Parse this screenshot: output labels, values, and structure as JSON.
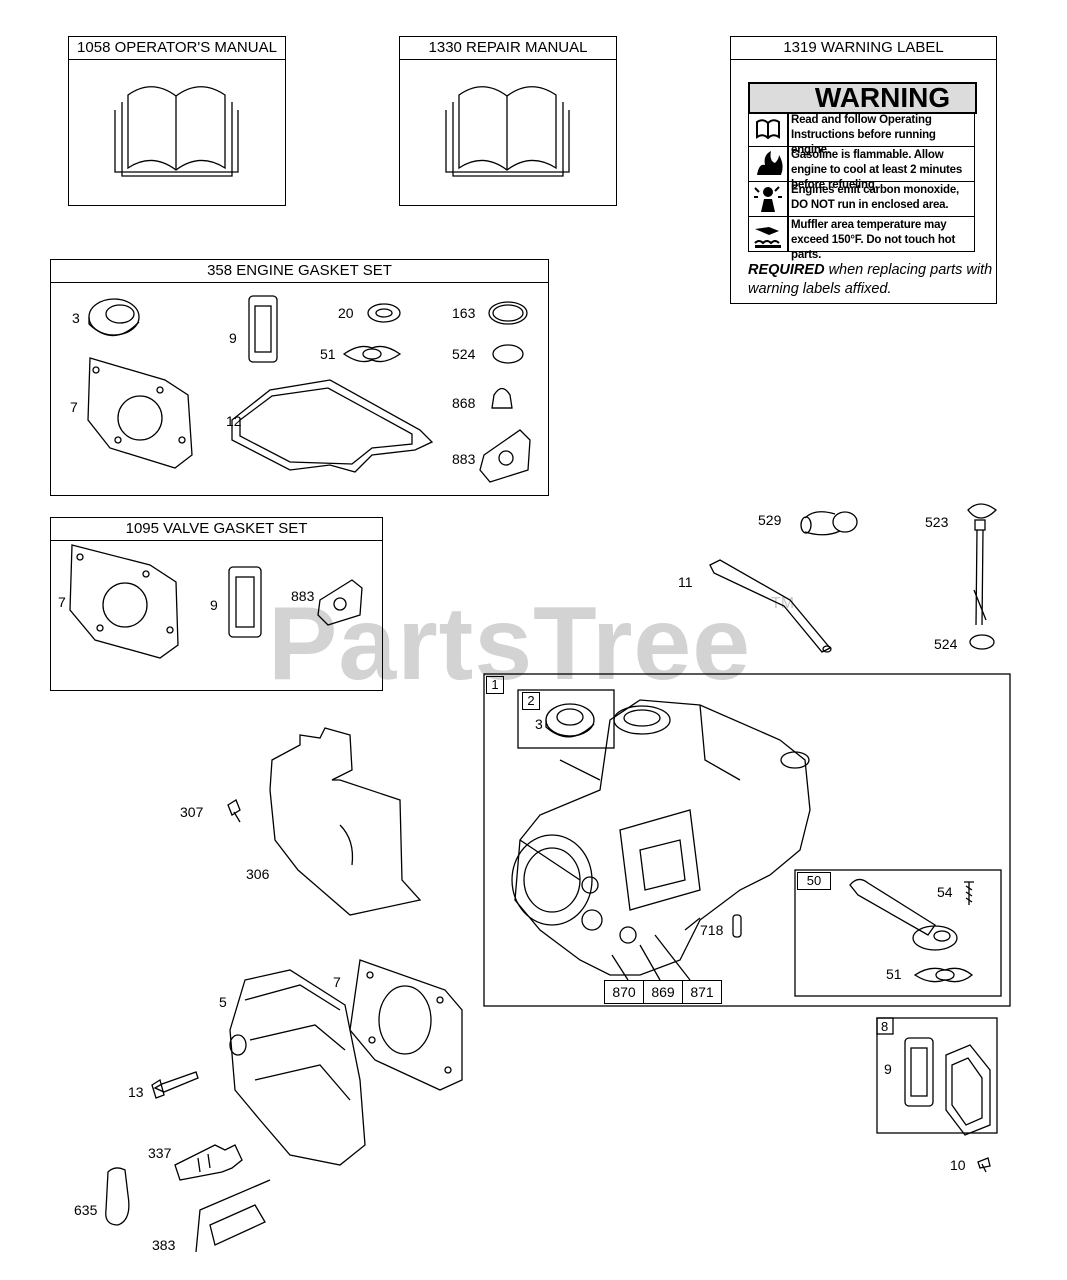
{
  "watermark": {
    "text": "PartsTree",
    "tm": "TM"
  },
  "manuals": {
    "operators": "1058 OPERATOR'S MANUAL",
    "repair": "1330 REPAIR MANUAL"
  },
  "warning_label": {
    "title": "1319 WARNING LABEL",
    "heading": "WARNING",
    "rows": [
      "Read and follow Operating Instructions before running engine.",
      "Gasoline is flammable. Allow engine to cool at least 2 minutes before refueling.",
      "Engines emit carbon monoxide, DO NOT run in enclosed area.",
      "Muffler area temperature may exceed 150°F.  Do not touch hot parts."
    ],
    "required_bold": "REQUIRED",
    "required_rest": " when replacing parts with warning labels affixed."
  },
  "engine_gasket_set": {
    "title": "358 ENGINE GASKET SET",
    "labels": [
      "3",
      "9",
      "20",
      "163",
      "51",
      "524",
      "7",
      "12",
      "868",
      "883"
    ]
  },
  "valve_gasket_set": {
    "title": "1095 VALVE GASKET SET",
    "labels": [
      "7",
      "9",
      "883"
    ]
  },
  "callouts": {
    "p529": "529",
    "p523": "523",
    "p11": "11",
    "p524": "524",
    "p1": "1",
    "p2": "2",
    "p3": "3",
    "p50": "50",
    "p54": "54",
    "p51": "51",
    "p718": "718",
    "p870": "870",
    "p869": "869",
    "p871": "871",
    "p307": "307",
    "p306": "306",
    "p5": "5",
    "p7": "7",
    "p13": "13",
    "p337": "337",
    "p635": "635",
    "p383": "383",
    "p8": "8",
    "p9": "9",
    "p10": "10"
  }
}
